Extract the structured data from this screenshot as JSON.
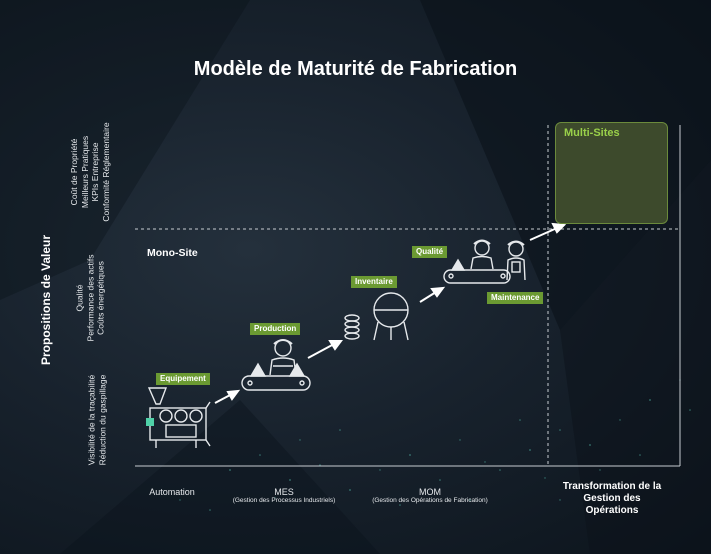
{
  "title": "Modèle de Maturité de Fabrication",
  "y_axis": {
    "label": "Propositions de Valeur",
    "groups": [
      [
        "Coût de Propriété",
        "Meilleurs Pratiques",
        "KPIs Entreprise",
        "Conformité Réglementaire"
      ],
      [
        "Qualité",
        "Performance des actifs",
        "Coûts énergétiques"
      ],
      [
        "Visibilité de la traçabilité",
        "Réduction du gaspillage"
      ]
    ]
  },
  "x_axis": {
    "automation": "Automation",
    "mes": "MES",
    "mes_sub": "(Gestion des Processus Industriels)",
    "mom": "MOM",
    "mom_sub": "(Gestion des Opérations de Fabrication)",
    "transformation_line1": "Transformation de la",
    "transformation_line2": "Gestion des Opérations"
  },
  "mono_site": "Mono-Site",
  "multi_sites": "Multi-Sites",
  "badges": {
    "equipement": "Equipement",
    "production": "Production",
    "inventaire": "Inventaire",
    "qualite": "Qualité",
    "maintenance": "Maintenance"
  },
  "colors": {
    "accent": "#6b9a32",
    "multi_box": "#3d4a2c",
    "background": "#18222d"
  }
}
